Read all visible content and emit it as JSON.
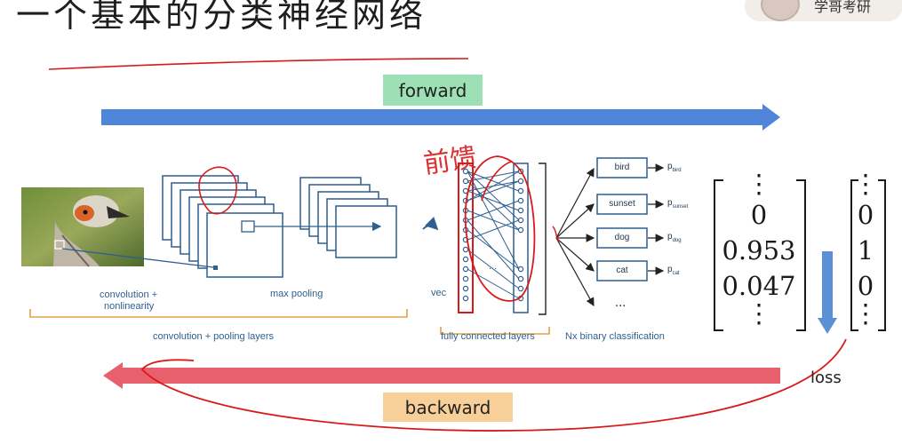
{
  "title": "一个基本的分类神经网络",
  "badge_text": "学哥考研",
  "forward_label": "forward",
  "backward_label": "backward",
  "loss_label": "loss",
  "handwritten_note": "前馈",
  "diagram": {
    "conv_label_1": "convolution +",
    "conv_label_2": "nonlinearity",
    "pool_label": "max pooling",
    "conv_pool_caption": "convolution + pooling layers",
    "vec_label": "vec",
    "fc_caption": "fully connected layers",
    "binary_caption": "Nx binary classification",
    "classes": [
      "bird",
      "sunset",
      "dog",
      "cat"
    ],
    "probs": [
      "bird",
      "sunset",
      "dog",
      "cat"
    ],
    "prob_prefix": "p",
    "more": "...",
    "fc_ellipsis": "..."
  },
  "output_vector": [
    "⋮",
    "0",
    "0.953",
    "0.047",
    "⋮"
  ],
  "target_vector": [
    "⋮",
    "0",
    "1",
    "0",
    "⋮"
  ],
  "colors": {
    "forward_arrow": "#4f86d9",
    "backward_arrow": "#e9606d",
    "ink": "#d91a1a",
    "diagram_blue": "#2e5f8f"
  }
}
